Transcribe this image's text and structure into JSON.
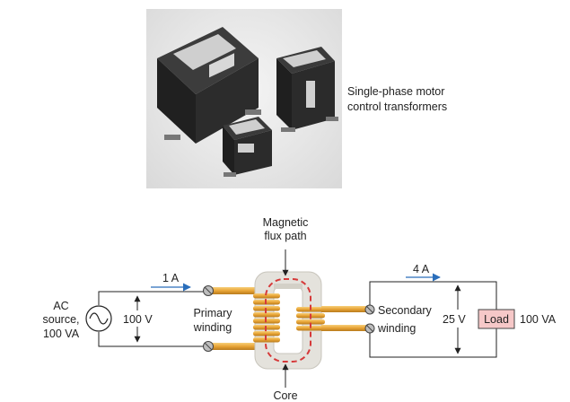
{
  "photo": {
    "caption_line1": "Single-phase motor",
    "caption_line2": "control transformers"
  },
  "diagram": {
    "flux_label_line1": "Magnetic",
    "flux_label_line2": "flux path",
    "core_label": "Core",
    "primary_current": "1 A",
    "secondary_current": "4 A",
    "source_line1": "AC",
    "source_line2": "source,",
    "source_line3": "100 VA",
    "primary_voltage": "100 V",
    "primary_winding_line1": "Primary",
    "primary_winding_line2": "winding",
    "secondary_winding_line1": "Secondary",
    "secondary_winding_line2": "winding",
    "secondary_voltage": "25 V",
    "load_label": "Load",
    "load_power": "100 VA"
  },
  "colors": {
    "coil": "#e8a436",
    "flux_path": "#d63a3a",
    "load_fill": "#f6c8c8",
    "current_arrow": "#2a6ebb",
    "core": "#e4e2dc"
  }
}
